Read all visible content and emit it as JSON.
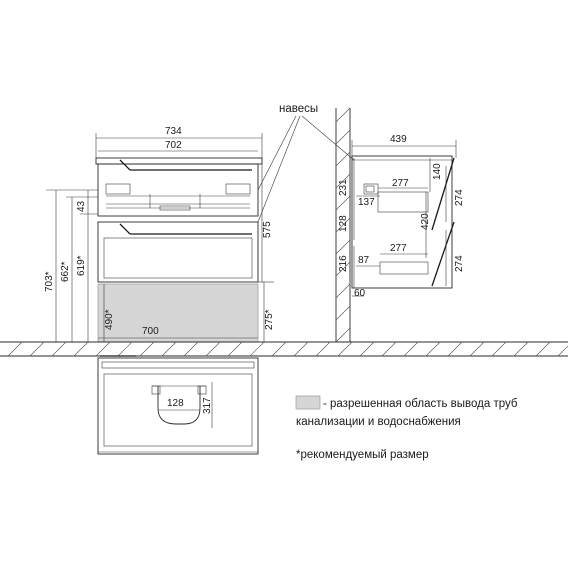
{
  "labels": {
    "hinges": "навесы"
  },
  "dimensions": {
    "top_width": "734",
    "inner_width": "702",
    "body_height": "575",
    "base_width": "700",
    "recommended_floor": "275*",
    "zone_height": "490*",
    "h703": "703*",
    "h662": "662*",
    "h619": "619*",
    "h43": "43",
    "depth": "439",
    "top_gap": "231",
    "drawer_inner_top": "277",
    "drawer_front_top": "140",
    "drawer_h_top": "274",
    "offset_137": "137",
    "mid_128": "128",
    "drawer_side": "420",
    "drawer_inner_bottom": "277",
    "drawer_h_bottom": "274",
    "low_216": "216",
    "low_87": "87",
    "foot_60": "60",
    "plan_128": "128",
    "plan_317": "317"
  },
  "legend": {
    "swatch_color": "#d6d6d6",
    "line1": "- разрешенная область вывода труб",
    "line2": "канализации и водоснабжения",
    "note": "*рекомендуемый размер"
  }
}
